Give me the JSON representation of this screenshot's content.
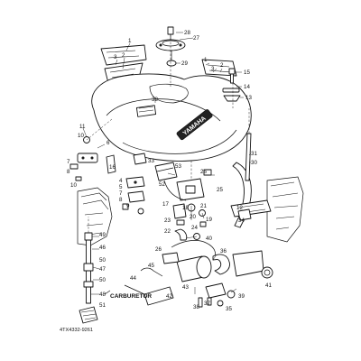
{
  "diagram": {
    "callouts": {
      "n1a": "1",
      "n2a": "2",
      "n3a": "3",
      "n1b": "1",
      "n3b": "3",
      "n2b": "2",
      "n28": "28",
      "n27": "27",
      "n29": "29",
      "n15": "15",
      "n14": "14",
      "n13": "13",
      "n32": "32",
      "n11": "11",
      "n10a": "10",
      "n6": "6",
      "n16": "16",
      "n7a": "7",
      "n8a": "8",
      "n10b": "10",
      "n4": "4",
      "n5": "5",
      "n7b": "7",
      "n8b": "8",
      "n9": "9",
      "n33": "33",
      "n53": "53",
      "n26a": "26",
      "n25": "25",
      "n52": "52",
      "n31": "31",
      "n30": "30",
      "n12": "12",
      "n17": "17",
      "n18": "18",
      "n20": "20",
      "n21": "21",
      "n19": "19",
      "n23": "23",
      "n22": "22",
      "n24": "24",
      "n34": "34",
      "n49": "49",
      "n46": "46",
      "n50a": "50",
      "n47": "47",
      "n50b": "50",
      "n48": "48",
      "n51": "51",
      "n26b": "26",
      "n40": "40",
      "n36": "36",
      "n45": "45",
      "n44": "44",
      "n42": "42",
      "n43": "43",
      "n37": "37",
      "n38": "38",
      "n39": "39",
      "n35": "35",
      "n41": "41"
    },
    "tank_brand": "YAMAHA",
    "carburetor_label": "CARBURETOR",
    "drawing_code": "4TX4332-9261"
  }
}
